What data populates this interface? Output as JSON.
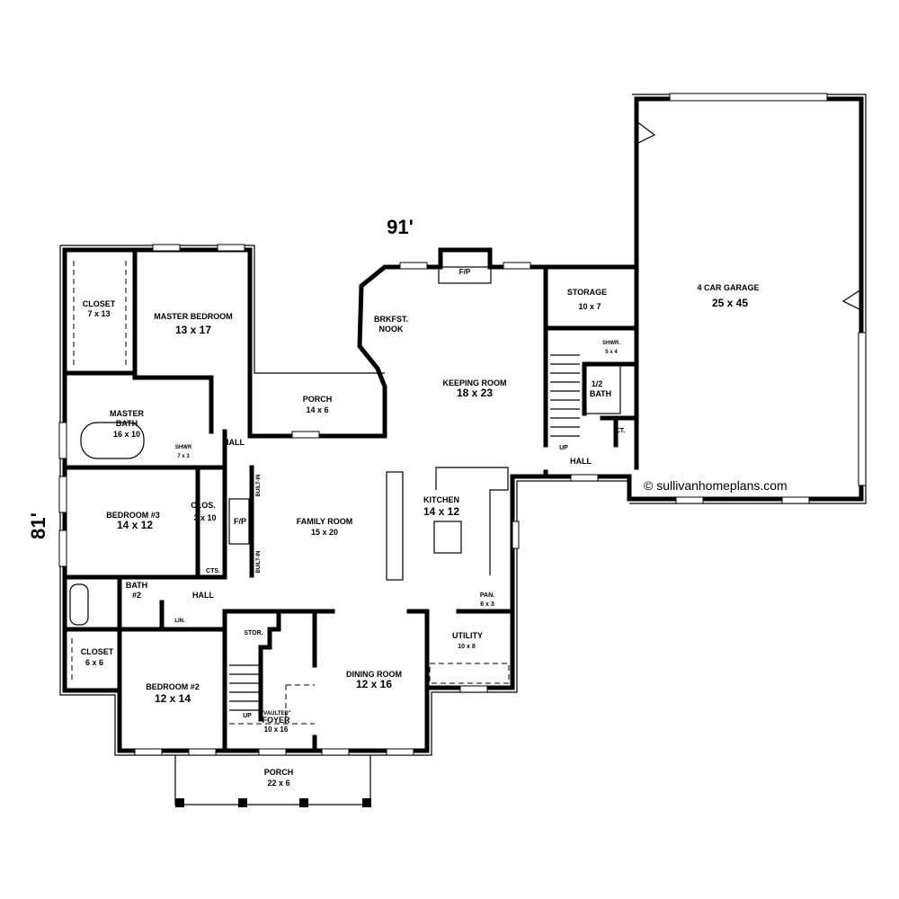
{
  "dimensions": {
    "width": "91'",
    "depth": "81'"
  },
  "copyright": "© sullivanhomeplans.com",
  "rooms": {
    "garage": {
      "name": "4 CAR GARAGE",
      "size": "25  x 45"
    },
    "storage": {
      "name": "STORAGE",
      "size": "10 x 7"
    },
    "shower_upper": {
      "name": "SHWR.",
      "size": "5 x 4"
    },
    "half_bath": {
      "name": "1/2",
      "name2": "BATH"
    },
    "ct": {
      "name": "CT."
    },
    "hall_east": {
      "name": "HALL"
    },
    "up_east": {
      "name": "UP"
    },
    "keeping": {
      "name": "KEEPING ROOM",
      "size": "18 x 23"
    },
    "nook": {
      "name": "BRKFST.",
      "name2": "NOOK"
    },
    "fp_keeping": {
      "name": "F/P"
    },
    "porch_rear": {
      "name": "PORCH",
      "size": "14 x 6"
    },
    "master_bed": {
      "name": "MASTER BEDROOM",
      "size": "13 x 17"
    },
    "master_closet": {
      "name": "CLOSET",
      "size": "7 x 13"
    },
    "master_bath": {
      "name": "MASTER",
      "name2": "BATH",
      "size": "16 x 10"
    },
    "master_shower": {
      "name": "SHWR",
      "size": "7 x 3"
    },
    "hall_master": {
      "name": "HALL"
    },
    "bedroom3": {
      "name": "BEDROOM #3",
      "size": "14 x 12"
    },
    "clos3": {
      "name": "CLOS.",
      "size": "3 x 10"
    },
    "fp_family": {
      "name": "F/P"
    },
    "built_in_top": {
      "name": "BUILT-IN"
    },
    "built_in_bottom": {
      "name": "BUILT-IN"
    },
    "cts": {
      "name": "CTS."
    },
    "family": {
      "name": "FAMILY ROOM",
      "size": "15 x 20"
    },
    "kitchen": {
      "name": "KITCHEN",
      "size": "14 x 12"
    },
    "pantry": {
      "name": "PAN.",
      "size": "6 x 3"
    },
    "bath2": {
      "name": "BATH",
      "name2": "#2"
    },
    "hall_bed": {
      "name": "HALL"
    },
    "lin": {
      "name": "LIN."
    },
    "closet2": {
      "name": "CLOSET",
      "size": "6 x 6"
    },
    "bedroom2": {
      "name": "BEDROOM #2",
      "size": "12 x 14"
    },
    "stor": {
      "name": "STOR."
    },
    "up_foyer": {
      "name": "UP"
    },
    "foyer": {
      "name": "\"VAULTED\"",
      "name2": "FOYER",
      "size": "10 x 16"
    },
    "dining": {
      "name": "DINING ROOM",
      "size": "12 x 16"
    },
    "utility": {
      "name": "UTILITY",
      "size": "10 x 8"
    },
    "porch_front": {
      "name": "PORCH",
      "size": "22 x 6"
    }
  }
}
